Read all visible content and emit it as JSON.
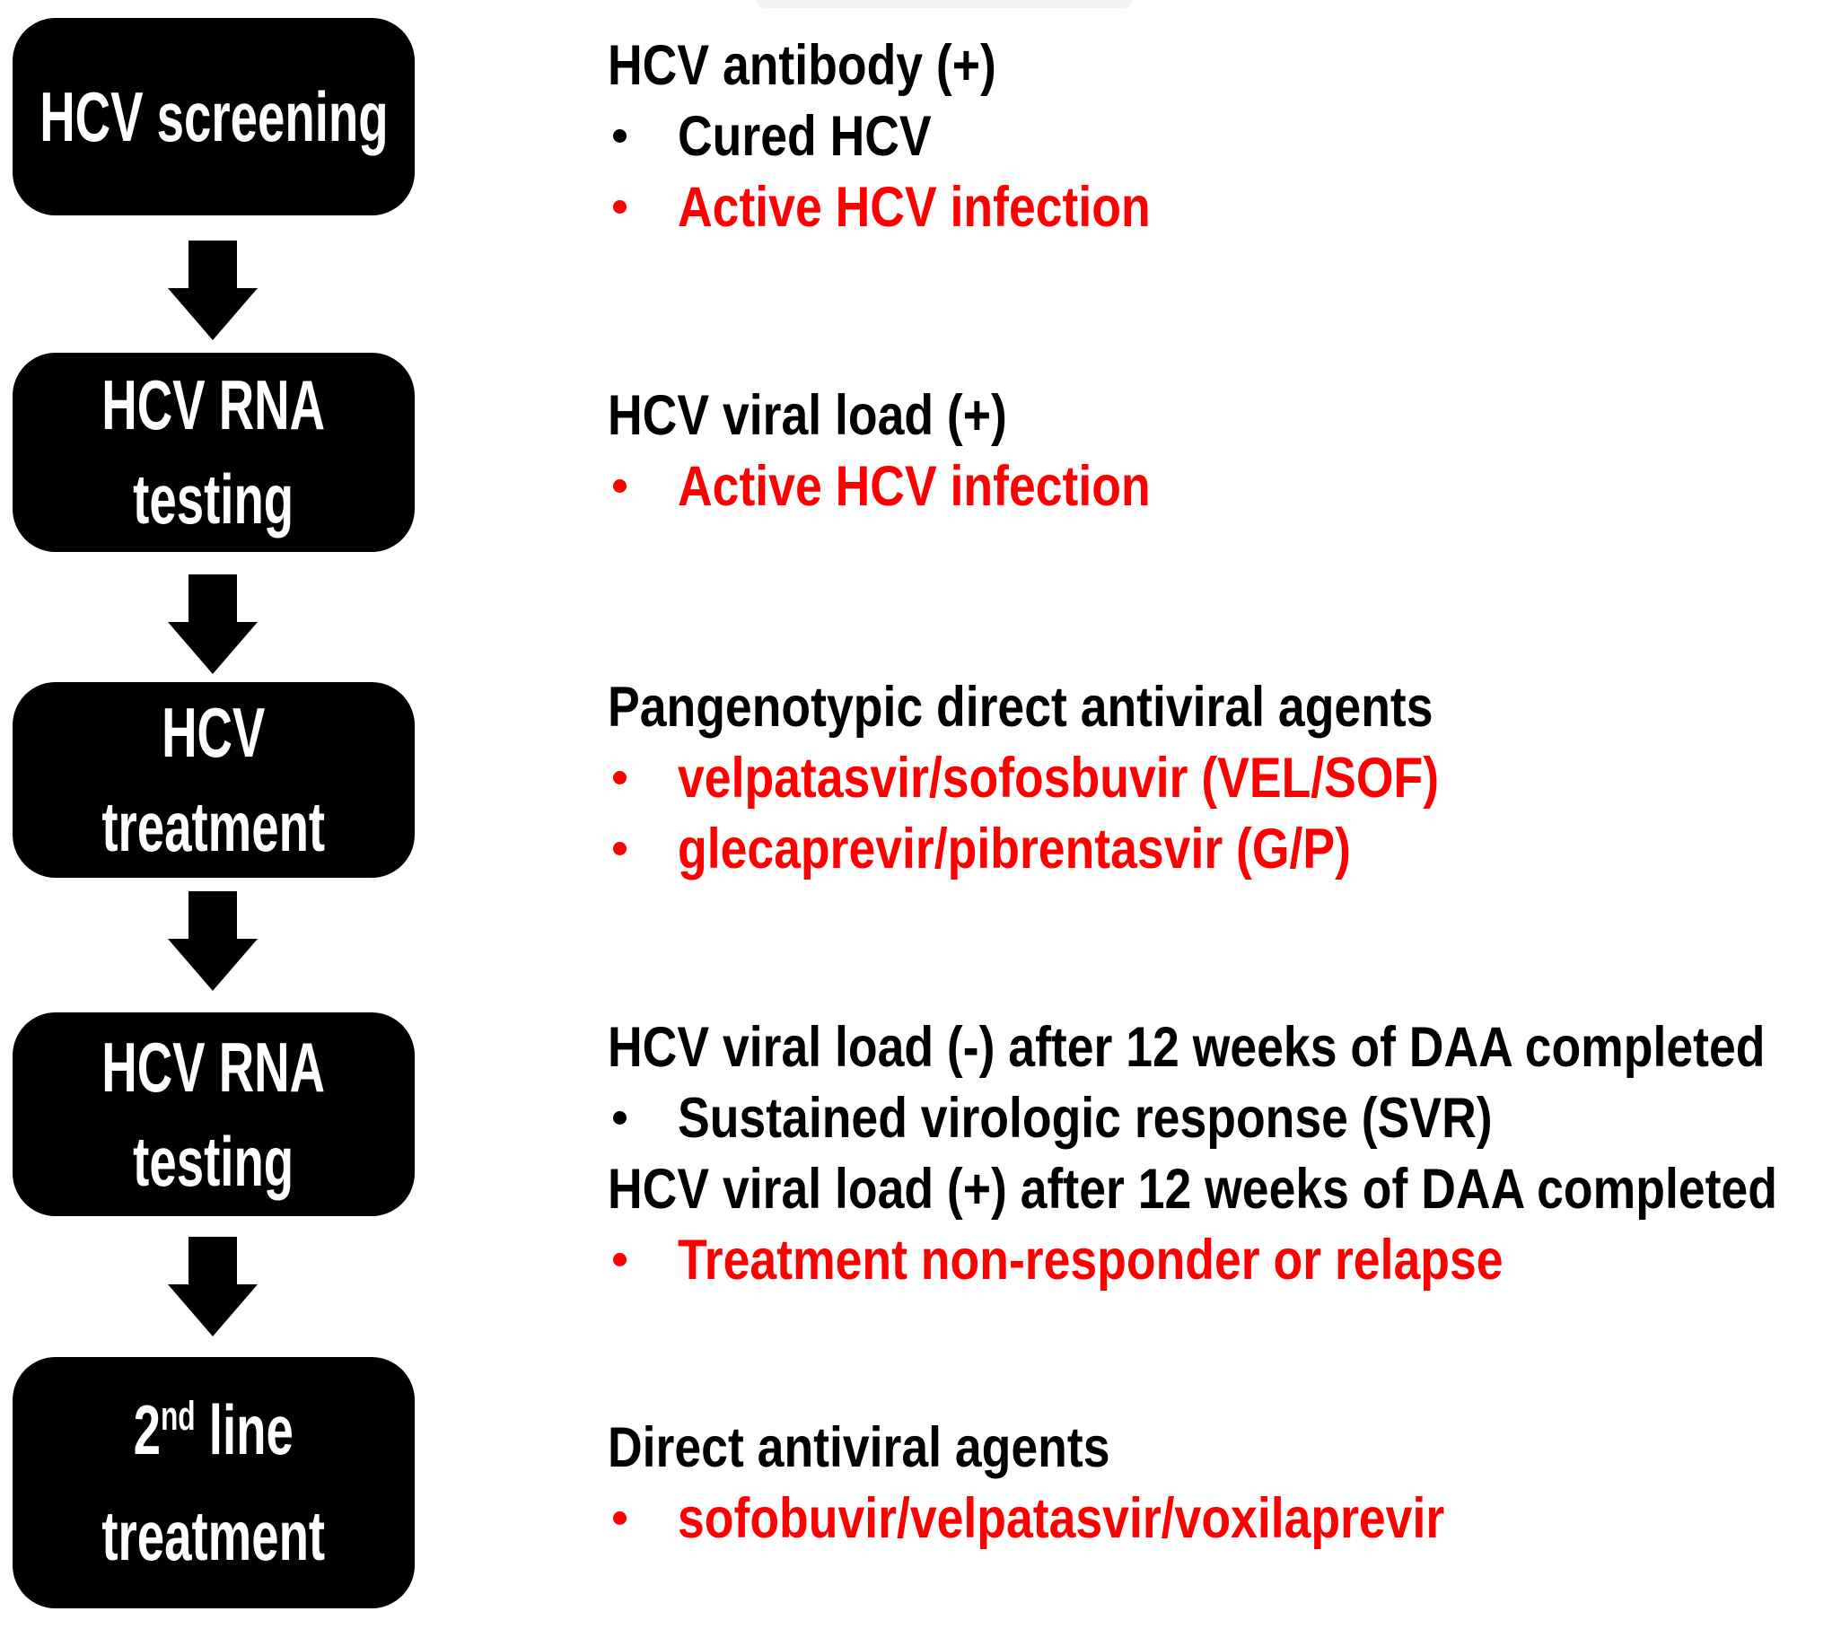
{
  "colors": {
    "box_fill": "#000000",
    "box_text": "#ffffff",
    "text_black": "#000000",
    "highlight_red": "#fe0000",
    "background": "#ffffff"
  },
  "flow_boxes": [
    {
      "id": "hcv-screening",
      "line1": "HCV screening"
    },
    {
      "id": "hcv-rna-testing-1",
      "line1": "HCV RNA",
      "line2": "testing"
    },
    {
      "id": "hcv-treatment",
      "line1": "HCV",
      "line2": "treatment"
    },
    {
      "id": "hcv-rna-testing-2",
      "line1": "HCV RNA",
      "line2": "testing"
    },
    {
      "id": "second-line-treatment",
      "line1_base": "2",
      "line1_sup": "nd",
      "line1_rest": " line",
      "line2": "treatment"
    }
  ],
  "annotations": [
    {
      "for_step": "hcv-screening",
      "lines": [
        {
          "text": "HCV antibody (+)",
          "bullet": false,
          "color": "#000000"
        },
        {
          "text": "Cured HCV",
          "bullet": true,
          "color": "#000000"
        },
        {
          "text": "Active HCV infection",
          "bullet": true,
          "color": "#fe0000"
        }
      ]
    },
    {
      "for_step": "hcv-rna-testing-1",
      "lines": [
        {
          "text": "HCV viral load (+)",
          "bullet": false,
          "color": "#000000"
        },
        {
          "text": "Active HCV infection",
          "bullet": true,
          "color": "#fe0000"
        }
      ]
    },
    {
      "for_step": "hcv-treatment",
      "lines": [
        {
          "text": "Pangenotypic direct antiviral agents",
          "bullet": false,
          "color": "#000000"
        },
        {
          "text": "velpatasvir/sofosbuvir (VEL/SOF)",
          "bullet": true,
          "color": "#fe0000"
        },
        {
          "text": "glecaprevir/pibrentasvir (G/P)",
          "bullet": true,
          "color": "#fe0000"
        }
      ]
    },
    {
      "for_step": "hcv-rna-testing-2",
      "lines": [
        {
          "text": "HCV viral load (-) after 12 weeks of DAA completed",
          "bullet": false,
          "color": "#000000"
        },
        {
          "text": "Sustained virologic response (SVR)",
          "bullet": true,
          "color": "#000000"
        },
        {
          "text": "HCV viral load (+) after 12 weeks of DAA completed",
          "bullet": false,
          "color": "#000000"
        },
        {
          "text": "Treatment non-responder or relapse",
          "bullet": true,
          "color": "#fe0000"
        }
      ]
    },
    {
      "for_step": "second-line-treatment",
      "lines": [
        {
          "text": "Direct antiviral agents",
          "bullet": false,
          "color": "#000000"
        },
        {
          "text": "sofobuvir/velpatasvir/voxilaprevir",
          "bullet": true,
          "color": "#fe0000"
        }
      ]
    }
  ]
}
